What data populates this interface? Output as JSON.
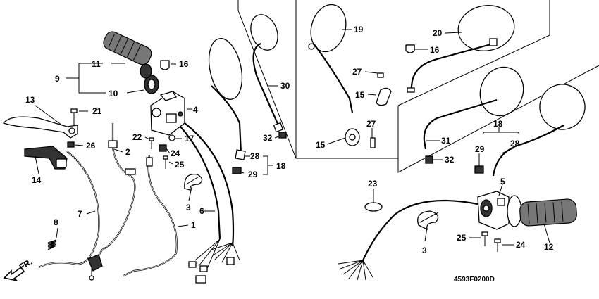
{
  "callouts": {
    "c1": "1",
    "c2": "2",
    "c3a": "3",
    "c3b": "3",
    "c4": "4",
    "c5": "5",
    "c6": "6",
    "c7": "7",
    "c8": "8",
    "c9": "9",
    "c10": "10",
    "c11": "11",
    "c12": "12",
    "c13": "13",
    "c14": "14",
    "c15a": "15",
    "c15b": "15",
    "c16a": "16",
    "c16b": "16",
    "c17": "17",
    "c18a": "18",
    "c18b": "18",
    "c19": "19",
    "c20": "20",
    "c21": "21",
    "c22": "22",
    "c23": "23",
    "c24a": "24",
    "c24b": "24",
    "c25a": "25",
    "c25b": "25",
    "c26": "26",
    "c27a": "27",
    "c27b": "27",
    "c28a": "28",
    "c28b": "28",
    "c29a": "29",
    "c29b": "29",
    "c30": "30",
    "c31": "31",
    "c32a": "32",
    "c32b": "32"
  },
  "diagram_code": "4593F0200D",
  "front_indicator": "FR."
}
